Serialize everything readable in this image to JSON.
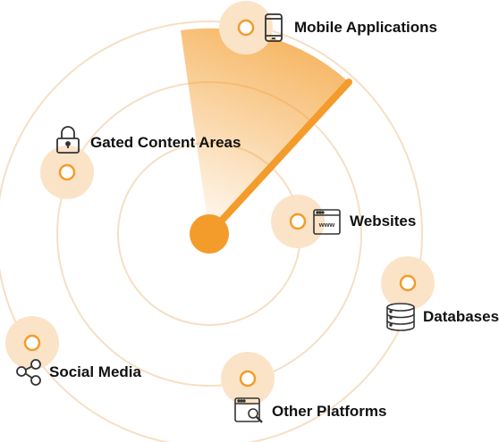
{
  "colors": {
    "accent": "#F39C2B",
    "ring": "#F6DFC4",
    "halo": "#FBE3C8",
    "node_fill": "#FFFFFF",
    "text": "#111111",
    "icon_stroke": "#333333"
  },
  "nodes": [
    {
      "id": "mobile",
      "label": "Mobile Applications",
      "icon": "mobile-phone-icon"
    },
    {
      "id": "gated",
      "label": "Gated Content Areas",
      "icon": "padlock-icon"
    },
    {
      "id": "websites",
      "label": "Websites",
      "icon": "browser-www-icon"
    },
    {
      "id": "databases",
      "label": "Databases",
      "icon": "database-icon"
    },
    {
      "id": "social",
      "label": "Social Media",
      "icon": "share-icon"
    },
    {
      "id": "other",
      "label": "Other Platforms",
      "icon": "browser-search-icon"
    }
  ]
}
